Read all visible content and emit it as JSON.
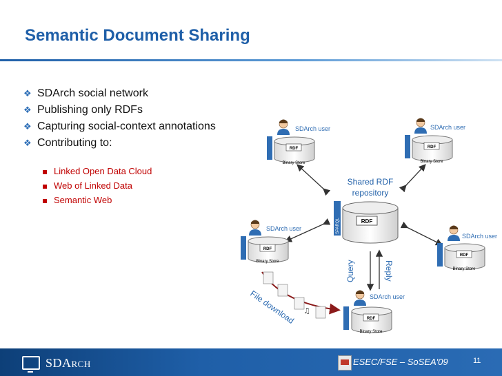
{
  "slide": {
    "title": "Semantic Document Sharing",
    "bullets": [
      "SDArch social network",
      "Publishing only RDFs",
      "Capturing social-context annotations",
      "Contributing to:"
    ],
    "sub_bullets": [
      "Linked Open Data Cloud",
      "Web of Linked Data",
      "Semantic Web"
    ]
  },
  "diagram": {
    "shared_repo_label_line1": "Shared RDF",
    "shared_repo_label_line2": "repository",
    "rdf_label": "RDF",
    "sparql_label": "SPARQL",
    "user_label": "SDArch user",
    "binary_store_label": "Binary Store",
    "query_label": "Query",
    "reply_label": "Reply",
    "file_download_label": "File download"
  },
  "footer": {
    "logo_main": "SDA",
    "logo_small": "RCH",
    "conference": "ESEC/FSE – SoSEA'09",
    "page_number": "11"
  },
  "colors": {
    "title": "#1f5fa8",
    "sub_bullet": "#c00000",
    "footer_bg": "#1f5fa8"
  }
}
